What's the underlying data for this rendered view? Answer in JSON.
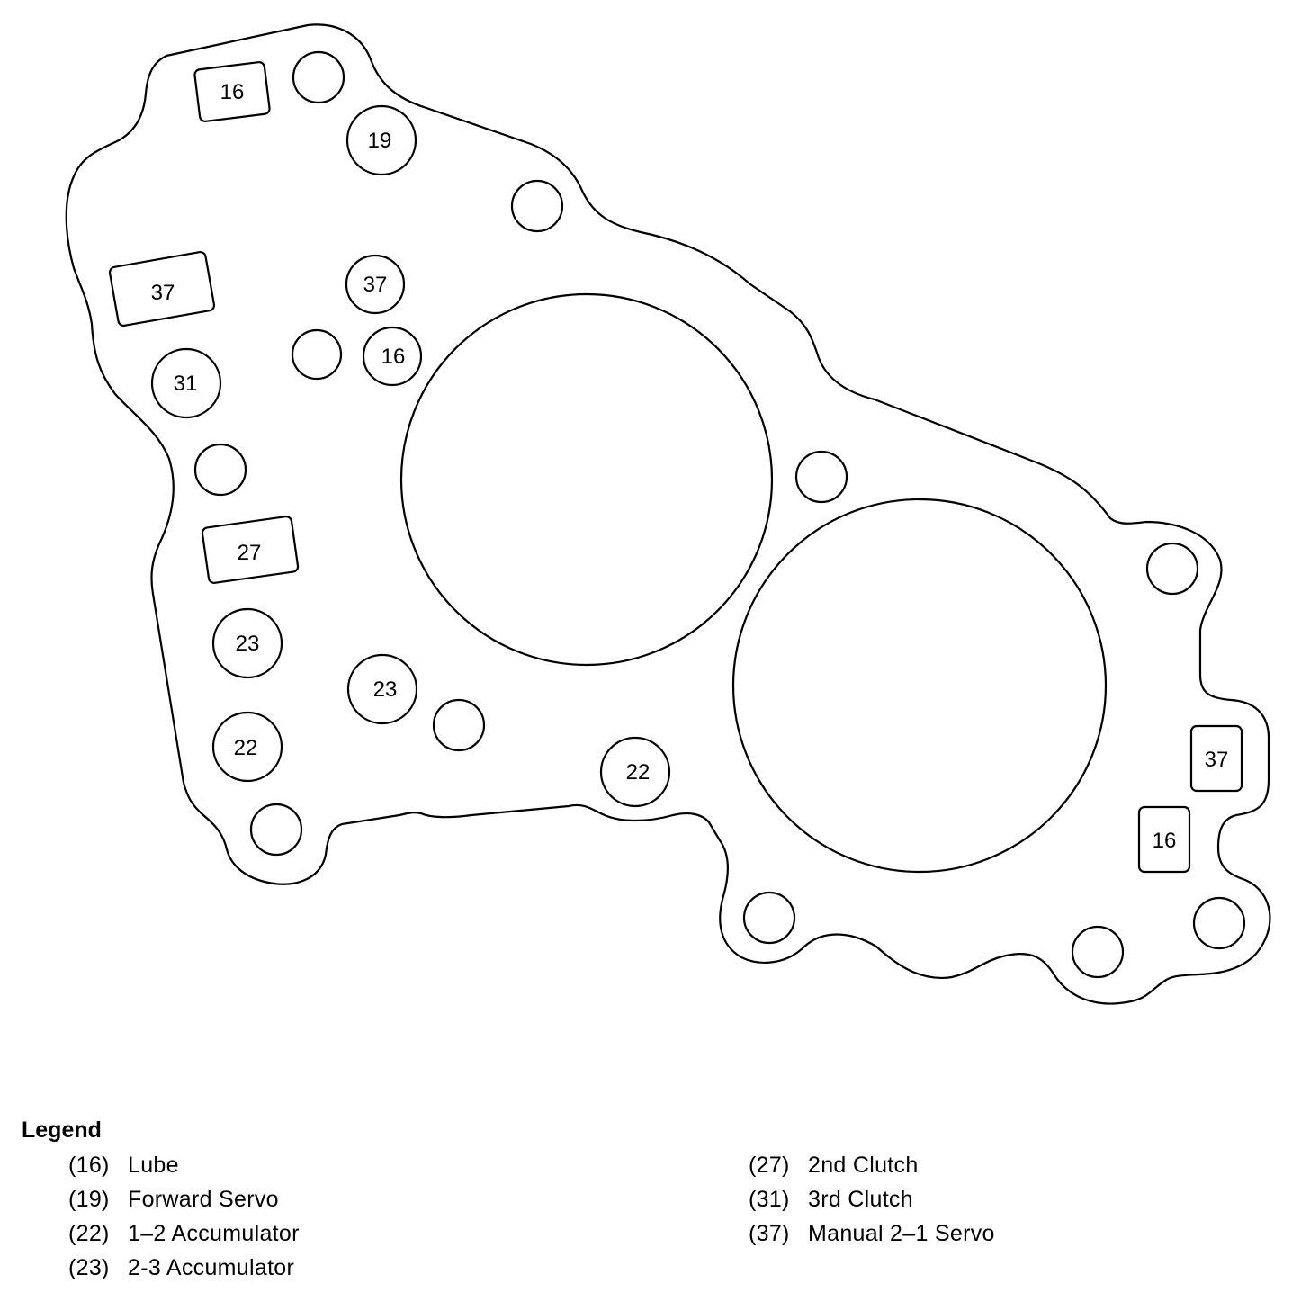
{
  "ports": [
    {
      "id": "p16-rect-top",
      "label": "16",
      "shape": "rect"
    },
    {
      "id": "p19-circle",
      "label": "19",
      "shape": "circle"
    },
    {
      "id": "p37-rect-left",
      "label": "37",
      "shape": "rect"
    },
    {
      "id": "p37-circle",
      "label": "37",
      "shape": "circle"
    },
    {
      "id": "p16-circle",
      "label": "16",
      "shape": "circle"
    },
    {
      "id": "p31-circle",
      "label": "31",
      "shape": "circle"
    },
    {
      "id": "p27-rect",
      "label": "27",
      "shape": "rect"
    },
    {
      "id": "p23-circle-left",
      "label": "23",
      "shape": "circle"
    },
    {
      "id": "p23-circle-mid",
      "label": "23",
      "shape": "circle"
    },
    {
      "id": "p22-circle-left",
      "label": "22",
      "shape": "circle"
    },
    {
      "id": "p22-circle-mid",
      "label": "22",
      "shape": "circle"
    },
    {
      "id": "p37-rect-right",
      "label": "37",
      "shape": "rect"
    },
    {
      "id": "p16-rect-right",
      "label": "16",
      "shape": "rect"
    }
  ],
  "legend": {
    "title": "Legend",
    "left_items": [
      {
        "number": "(16)",
        "label": "Lube"
      },
      {
        "number": "(19)",
        "label": "Forward Servo"
      },
      {
        "number": "(22)",
        "label": "1–2 Accumulator"
      },
      {
        "number": "(23)",
        "label": "2-3 Accumulator"
      }
    ],
    "right_items": [
      {
        "number": "(27)",
        "label": "2nd Clutch"
      },
      {
        "number": "(31)",
        "label": "3rd Clutch"
      },
      {
        "number": "(37)",
        "label": "Manual 2–1 Servo"
      }
    ]
  }
}
